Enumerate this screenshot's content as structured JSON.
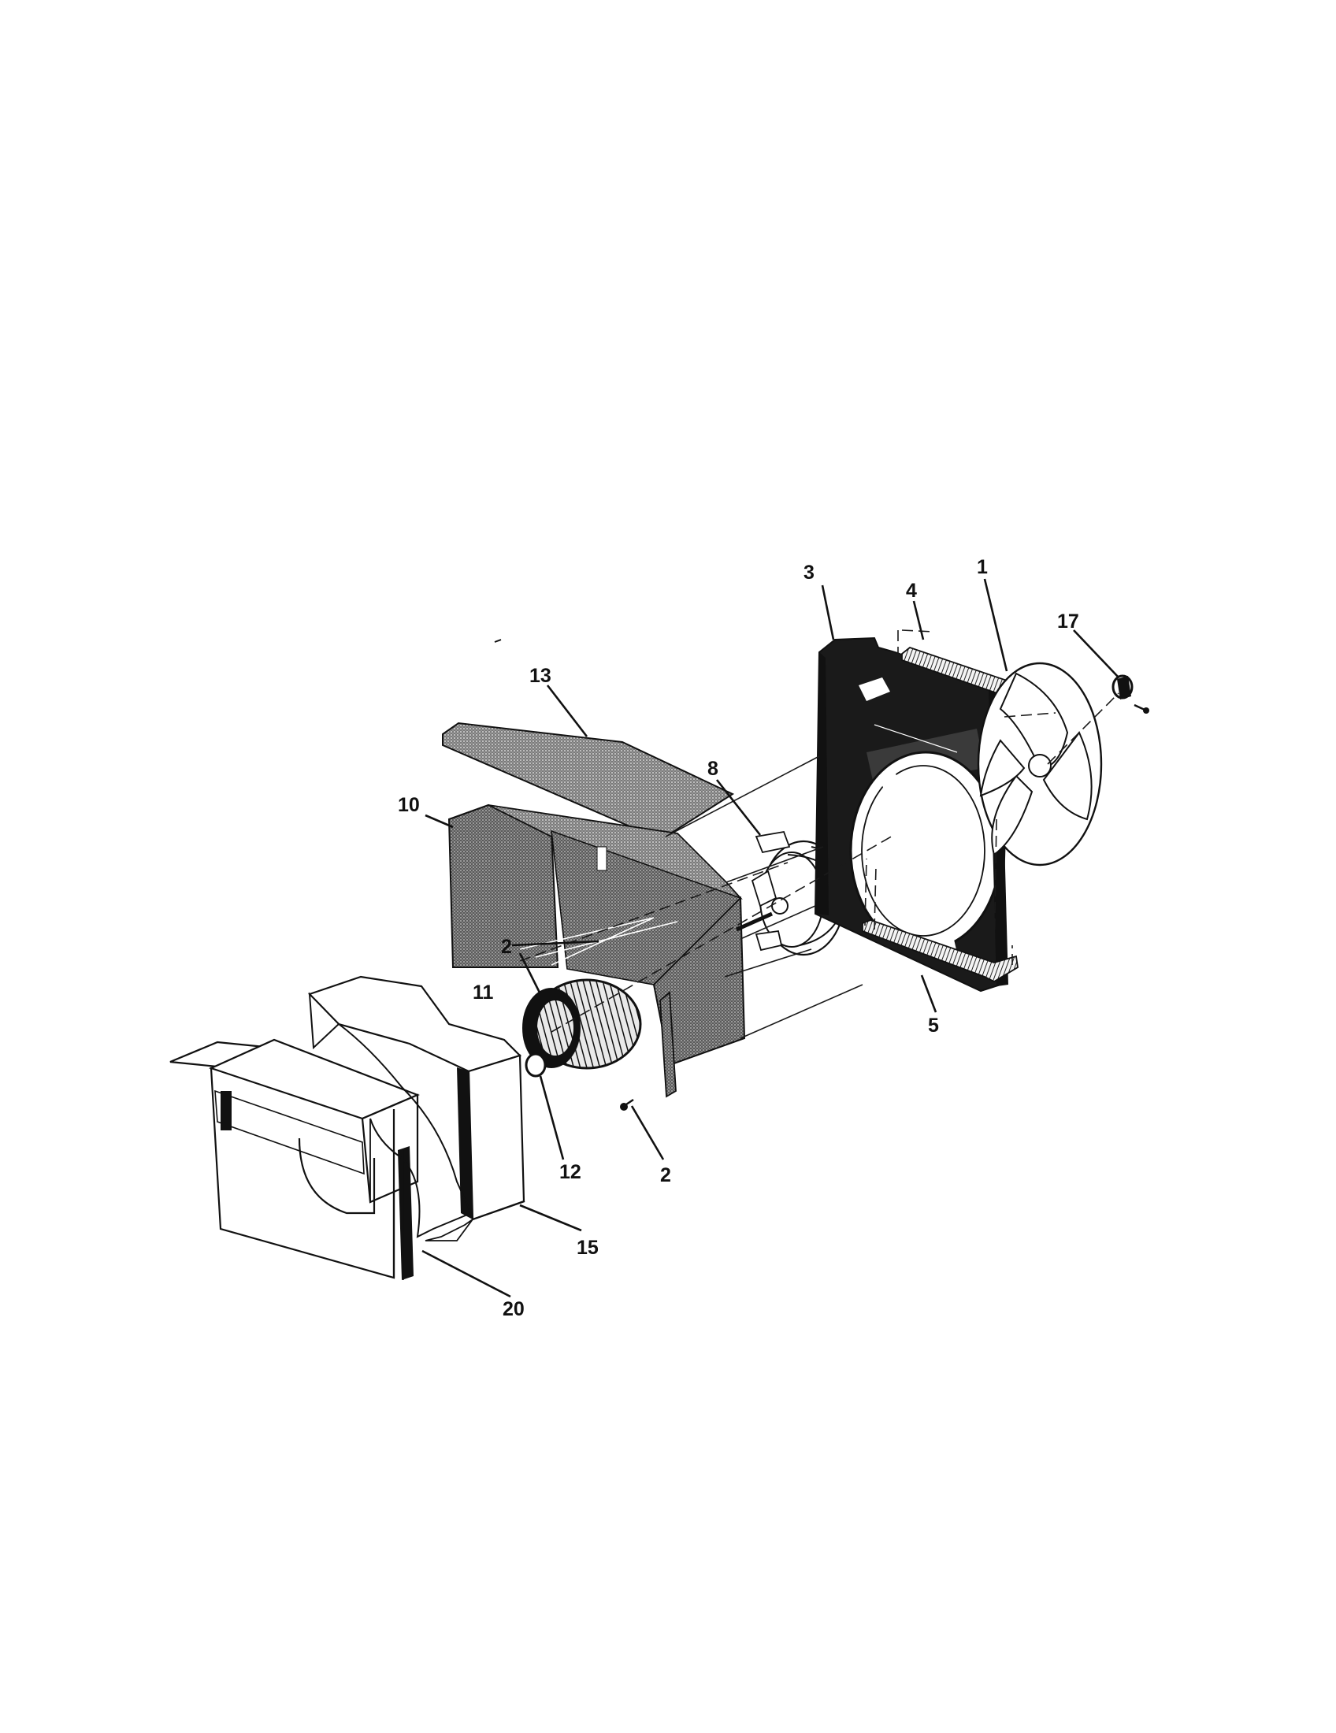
{
  "diagram": {
    "callouts": [
      {
        "id": "p1",
        "label": "1"
      },
      {
        "id": "p2a",
        "label": "2"
      },
      {
        "id": "p2b",
        "label": "2"
      },
      {
        "id": "p3",
        "label": "3"
      },
      {
        "id": "p4",
        "label": "4"
      },
      {
        "id": "p5",
        "label": "5"
      },
      {
        "id": "p8",
        "label": "8"
      },
      {
        "id": "p10",
        "label": "10"
      },
      {
        "id": "p11",
        "label": "11"
      },
      {
        "id": "p12",
        "label": "12"
      },
      {
        "id": "p13",
        "label": "13"
      },
      {
        "id": "p15",
        "label": "15"
      },
      {
        "id": "p17",
        "label": "17"
      },
      {
        "id": "p20",
        "label": "20"
      }
    ],
    "colors": {
      "ink": "#111111",
      "dark_fill": "#1a1a1a",
      "grey_fill": "#6e6e6e",
      "paper": "#ffffff"
    }
  }
}
